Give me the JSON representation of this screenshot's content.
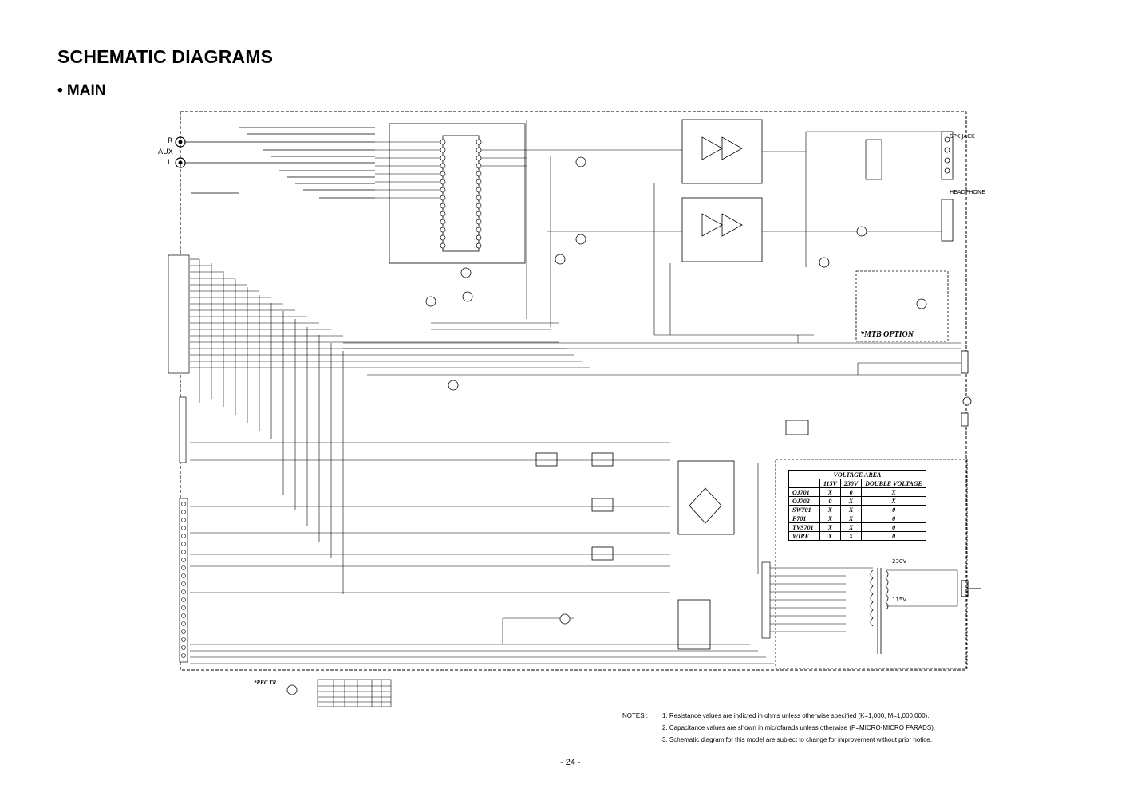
{
  "header": {
    "title": "SCHEMATIC DIAGRAMS",
    "section": "• MAIN"
  },
  "connectors": {
    "aux_label": "AUX",
    "aux_r": "R",
    "aux_l": "L",
    "spk_jack": "SPK JACK",
    "headphone": "HEADPHONE",
    "mtb_option": "*MTB OPTION"
  },
  "voltage_table": {
    "caption": "VOLTAGE AREA",
    "columns": [
      "",
      "115V",
      "230V",
      "DOUBLE VOLTAGE"
    ],
    "rows": [
      [
        "OJ701",
        "X",
        "0",
        "X"
      ],
      [
        "OJ702",
        "0",
        "X",
        "X"
      ],
      [
        "SW701",
        "X",
        "X",
        "0"
      ],
      [
        "F701",
        "X",
        "X",
        "0"
      ],
      [
        "TVS701",
        "X",
        "X",
        "0"
      ],
      [
        "WIRE",
        "X",
        "X",
        "0"
      ]
    ]
  },
  "notes": {
    "label": "NOTES :",
    "items": [
      "1. Resistance values are indicted in ohms unless otherwise specified (K=1,000, M=1,000,000).",
      "2. Capacitance values are shown in microfarads unless otherwise (P=MICRO-MICRO FARADS).",
      "3. Schematic diagram for this model are subject to change for improvement without prior notice."
    ]
  },
  "page_number": "- 24 -",
  "transformer_labels": {
    "v230": "230V",
    "v115": "115V"
  },
  "rec_tr_label": "*REC TR."
}
